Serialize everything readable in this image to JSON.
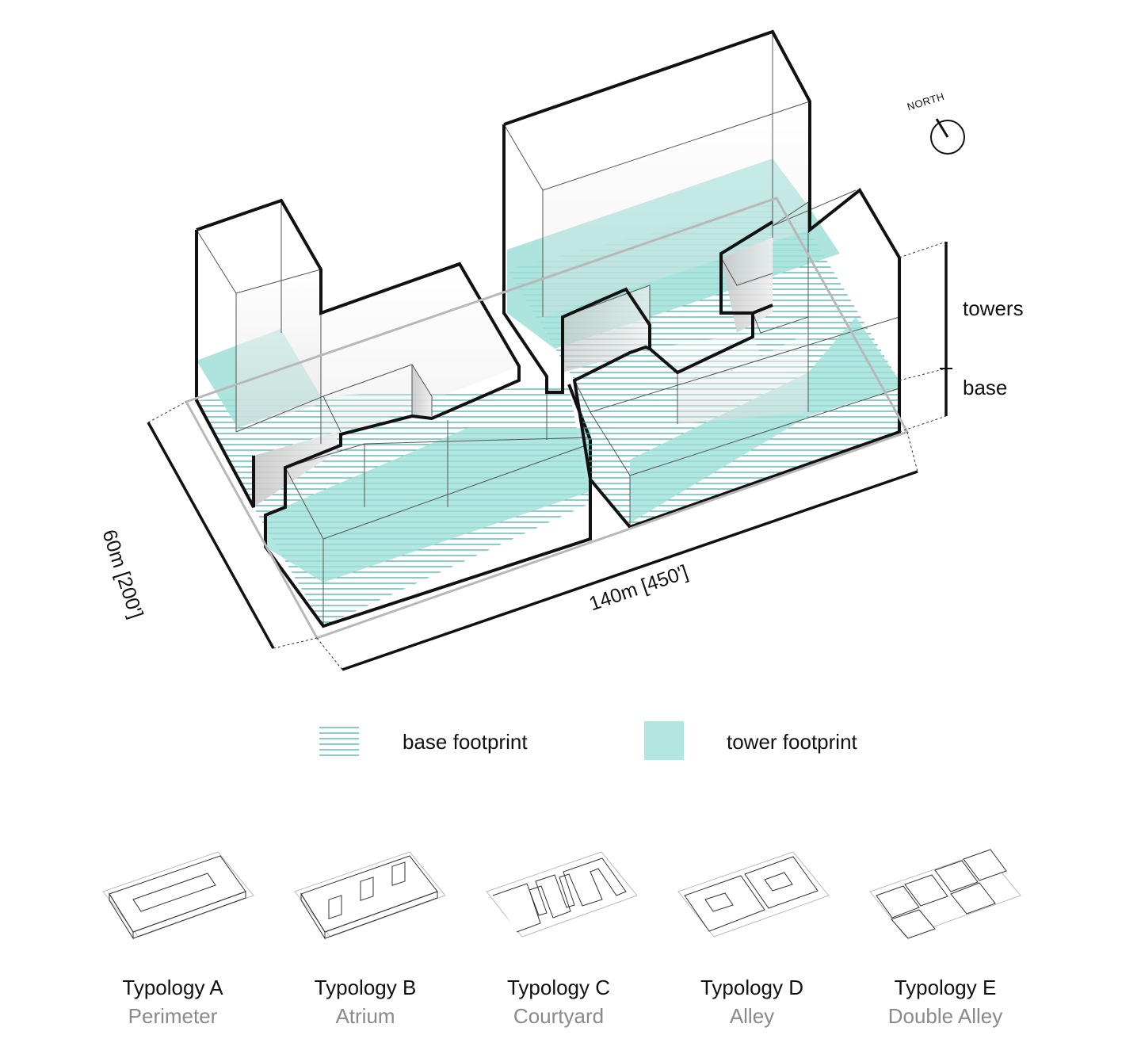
{
  "dimensions": {
    "width_label": "60m [200']",
    "length_label": "140m [450']"
  },
  "layers": {
    "towers_label": "towers",
    "base_label": "base"
  },
  "north_arrow": {
    "label": "NORTH",
    "icon": "north-arrow-icon"
  },
  "legend": {
    "base_footprint": "base footprint",
    "tower_footprint": "tower footprint"
  },
  "colors": {
    "tower_fill": "#9fe0d8",
    "base_hatch": "#3aada0",
    "outline": "#111111"
  },
  "typologies": [
    {
      "name": "Typology A",
      "subtitle": "Perimeter",
      "icon": "perimeter-thumbnail"
    },
    {
      "name": "Typology B",
      "subtitle": "Atrium",
      "icon": "atrium-thumbnail"
    },
    {
      "name": "Typology C",
      "subtitle": "Courtyard",
      "icon": "courtyard-thumbnail"
    },
    {
      "name": "Typology D",
      "subtitle": "Alley",
      "icon": "alley-thumbnail"
    },
    {
      "name": "Typology E",
      "subtitle": "Double Alley",
      "icon": "double-alley-thumbnail"
    }
  ]
}
